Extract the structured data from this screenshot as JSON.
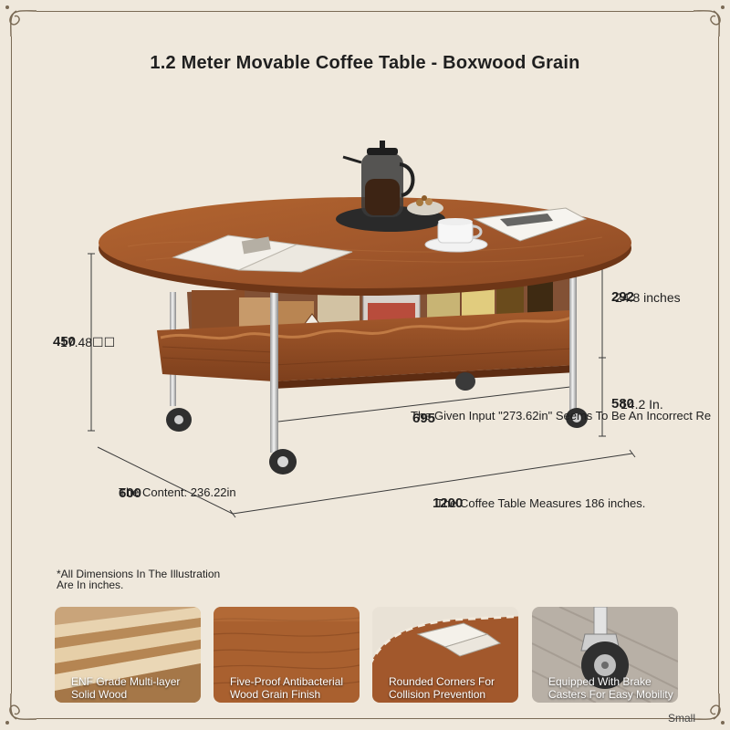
{
  "colors": {
    "background": "#efe8dc",
    "frame": "#7a6a55",
    "wood": "#a2582c",
    "wood_dark": "#7d3f1c",
    "chrome": "#d6d6d6",
    "dimension_line": "#3a3a3a"
  },
  "title": "1.2 Meter Movable Coffee Table - Boxwood Grain",
  "dimensions": {
    "height_left": "450",
    "height_left_overlay": "17.48☐☐",
    "upper_right": "292",
    "upper_right_overlay": "24.8 inches",
    "lower_right": "580",
    "lower_right_overlay": "14.2 In.",
    "inner_width": "695",
    "inner_width_overlay": "The Given Input \"273.62in\" Seems To Be An Incorrect Re",
    "depth": "600",
    "depth_overlay": "The Content: 236.22in",
    "length": "1200",
    "length_overlay": "The Coffee Table Measures 186 inches."
  },
  "note": "*All Dimensions In The Illustration Are In inches.",
  "features": [
    {
      "label": "ENF Grade Multi-layer Solid Wood",
      "icon": "plywood-layers"
    },
    {
      "label": "Five-Proof Antibacterial Wood Grain Finish",
      "icon": "wood-grain"
    },
    {
      "label": "Rounded Corners For Collision Prevention",
      "icon": "rounded-corner"
    },
    {
      "label": "Equipped With Brake Casters For Easy Mobility",
      "icon": "caster-wheel"
    }
  ],
  "size_tag": "Small"
}
